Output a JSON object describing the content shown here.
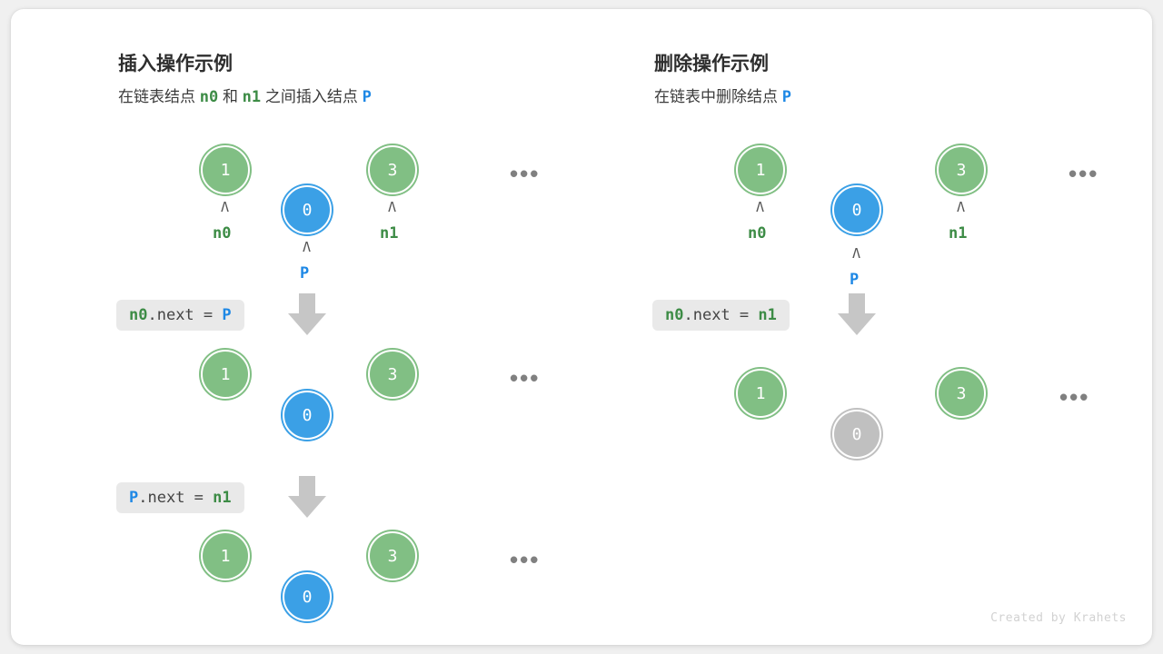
{
  "watermark": "Created by Krahets",
  "colors": {
    "node_green": "#81bf84",
    "node_blue": "#3ba0e6",
    "node_gray": "#c0c0c0",
    "label_green": "#3d8c46",
    "label_blue": "#1e88e5",
    "edge_gray": "#808080",
    "chip_bg": "#e9e9e9",
    "card_bg": "#ffffff",
    "page_bg": "#f0f0f0"
  },
  "panels": [
    {
      "id": "insert",
      "title": "插入操作示例",
      "subtitle": {
        "parts": [
          {
            "text": "在链表结点 ",
            "style": "plain"
          },
          {
            "text": "n0",
            "style": "green"
          },
          {
            "text": " 和 ",
            "style": "plain"
          },
          {
            "text": "n1",
            "style": "green"
          },
          {
            "text": " 之间插入结点 ",
            "style": "plain"
          },
          {
            "text": "P",
            "style": "blue"
          }
        ]
      },
      "steps": [
        {
          "code": {
            "parts": [
              {
                "text": "n0",
                "style": "green"
              },
              {
                "text": ".next = ",
                "style": "plain"
              },
              {
                "text": "P",
                "style": "blue"
              }
            ]
          }
        },
        {
          "code": {
            "parts": [
              {
                "text": "P",
                "style": "blue"
              },
              {
                "text": ".next = ",
                "style": "plain"
              },
              {
                "text": "n1",
                "style": "green"
              }
            ]
          }
        }
      ],
      "rows": [
        {
          "nodes": [
            {
              "value": "1",
              "kind": "green",
              "pointer": "n0",
              "pointer_style": "green"
            },
            {
              "value": "0",
              "kind": "blue",
              "pointer": "P",
              "pointer_style": "blue"
            },
            {
              "value": "3",
              "kind": "green",
              "pointer": "n1",
              "pointer_style": "green"
            }
          ],
          "ellipsis": "•••"
        },
        {
          "nodes": [
            {
              "value": "1",
              "kind": "green"
            },
            {
              "value": "0",
              "kind": "blue"
            },
            {
              "value": "3",
              "kind": "green"
            }
          ],
          "ellipsis": "•••"
        },
        {
          "nodes": [
            {
              "value": "1",
              "kind": "green"
            },
            {
              "value": "0",
              "kind": "blue"
            },
            {
              "value": "3",
              "kind": "green"
            }
          ],
          "ellipsis": "•••"
        }
      ]
    },
    {
      "id": "delete",
      "title": "删除操作示例",
      "subtitle": {
        "parts": [
          {
            "text": "在链表中删除结点 ",
            "style": "plain"
          },
          {
            "text": "P",
            "style": "blue"
          }
        ]
      },
      "steps": [
        {
          "code": {
            "parts": [
              {
                "text": "n0",
                "style": "green"
              },
              {
                "text": ".next = ",
                "style": "plain"
              },
              {
                "text": "n1",
                "style": "green"
              }
            ]
          }
        }
      ],
      "rows": [
        {
          "nodes": [
            {
              "value": "1",
              "kind": "green",
              "pointer": "n0",
              "pointer_style": "green"
            },
            {
              "value": "0",
              "kind": "blue",
              "pointer": "P",
              "pointer_style": "blue"
            },
            {
              "value": "3",
              "kind": "green",
              "pointer": "n1",
              "pointer_style": "green"
            }
          ],
          "ellipsis": "•••"
        },
        {
          "nodes": [
            {
              "value": "1",
              "kind": "green"
            },
            {
              "value": "0",
              "kind": "gray"
            },
            {
              "value": "3",
              "kind": "green"
            }
          ],
          "ellipsis": "•••"
        }
      ]
    }
  ]
}
